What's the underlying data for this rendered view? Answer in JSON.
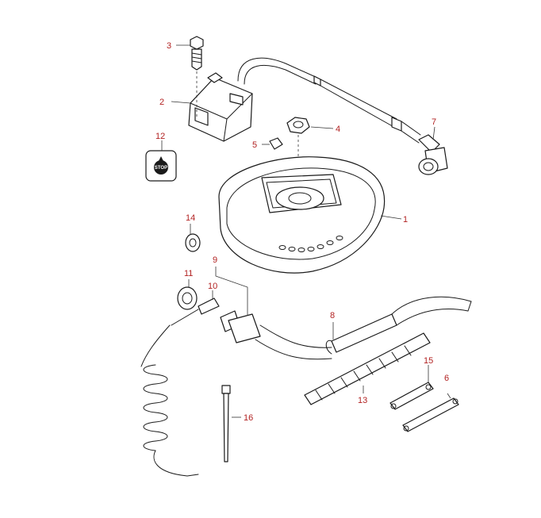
{
  "diagram": {
    "callouts": [
      "1",
      "2",
      "3",
      "4",
      "5",
      "6",
      "7",
      "8",
      "9",
      "10",
      "11",
      "12",
      "13",
      "14",
      "15",
      "16"
    ],
    "stop_plate_text": "STOP"
  },
  "colors": {
    "callout": "#b22222",
    "line": "#1a1a1a"
  }
}
